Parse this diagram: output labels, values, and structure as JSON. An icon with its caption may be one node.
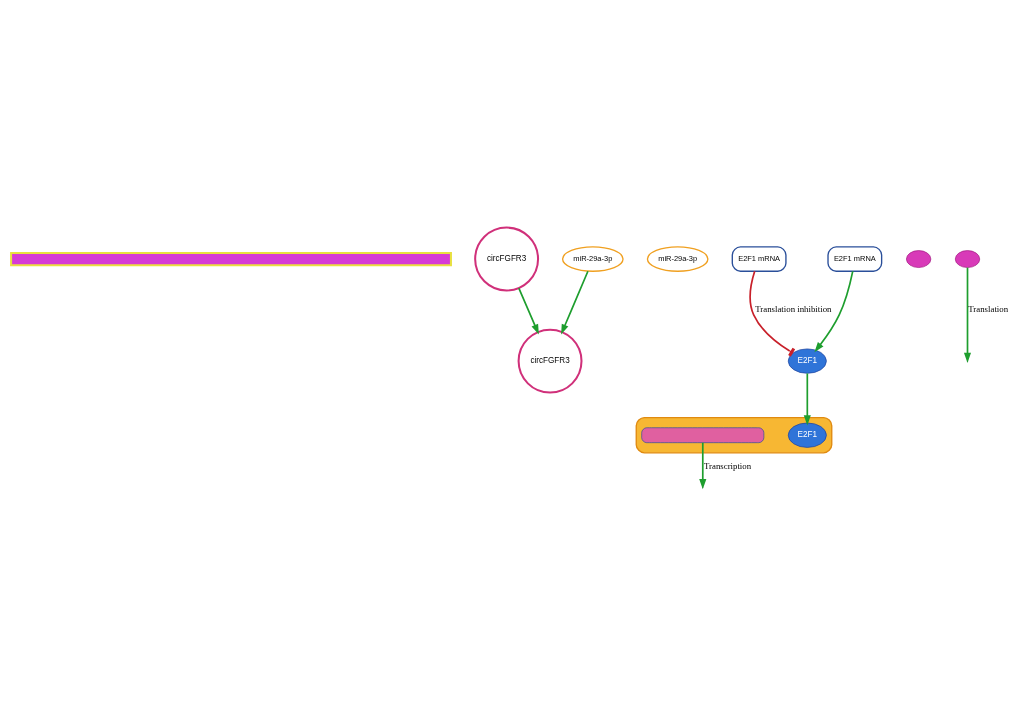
{
  "diagram": {
    "nodes": [
      {
        "text": [],
        "shape": "bar"
      },
      {
        "text": [
          "circFGFR3"
        ]
      },
      {
        "text": [
          "miR-29a-3p"
        ]
      },
      {
        "text": [
          "circFGFR3"
        ]
      },
      {
        "text": [
          "E2F1 mRNA"
        ]
      },
      {
        "text": [
          "miR-29a-3p"
        ]
      },
      {
        "text": [
          "E2F1 mRNA"
        ]
      },
      {
        "text": [
          "E2F1"
        ]
      },
      {
        "text": [],
        "shape": "ellipse"
      },
      {
        "text": [
          "E2F1"
        ],
        "in": 8
      },
      {
        "text": [],
        "shape": "helix",
        "in": 8
      },
      {
        "text": [],
        "shape": "ellipse"
      },
      {
        "text": [],
        "shape": "ellipse"
      }
    ],
    "edges": [
      {
        "from": 3,
        "to": 1,
        "arrow": "to"
      },
      {
        "from": 5,
        "to": 1,
        "arrow": "to"
      },
      {
        "from": 4,
        "to": 7,
        "arrow": "other",
        "label": "Translation inhibition",
        "color": "#c8202a"
      },
      {
        "from": 12,
        "to": null,
        "arrow": "to",
        "label": "Translation"
      },
      {
        "from": 6,
        "to": 7,
        "arrow": "to"
      },
      {
        "from": 7,
        "to": 9,
        "arrow": "to"
      },
      {
        "from": 10,
        "to": null,
        "arrow": "to",
        "label": "Transcription"
      }
    ]
  }
}
